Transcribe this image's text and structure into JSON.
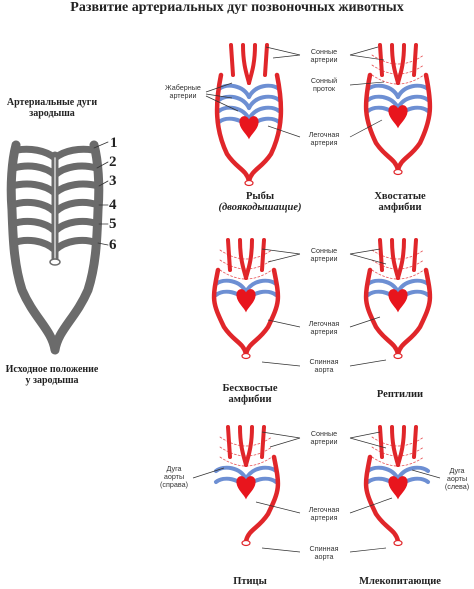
{
  "title": "Развитие артериальных дуг позвоночных животных",
  "embryo": {
    "caption_top": [
      "Артериальные дуги",
      "зародыша"
    ],
    "arch_numbers": [
      "1",
      "2",
      "3",
      "4",
      "5",
      "6"
    ],
    "caption_bottom": [
      "Исходное положение",
      "у зародыша"
    ]
  },
  "panels": [
    {
      "title": [
        "Рыбы"
      ],
      "subtitle": "(двоякодышащие)"
    },
    {
      "title": [
        "Хвостатые",
        "амфибии"
      ]
    },
    {
      "title": [
        "Бесхвостые",
        "амфибии"
      ]
    },
    {
      "title": [
        "Рептилии"
      ]
    },
    {
      "title": [
        "Птицы"
      ]
    },
    {
      "title": [
        "Млекопитающие"
      ]
    }
  ],
  "callouts": {
    "gill": [
      "Жаберные",
      "артерии"
    ],
    "carotid": [
      "Сонные",
      "артерии"
    ],
    "duct": [
      "Сонный",
      "проток"
    ],
    "pulmonary": [
      "Легочная",
      "артерия"
    ],
    "dorsal": [
      "Спинная",
      "аорта"
    ],
    "arch_right": [
      "Дуга",
      "аорты",
      "(справа)"
    ],
    "arch_left": [
      "Дуга",
      "аорты",
      "(слева)"
    ]
  },
  "colors": {
    "artery_red": "#e0262a",
    "vein_blue": "#6d8fd3",
    "embryo_gray": "#6b6b6b",
    "heart": "#e8151d"
  }
}
